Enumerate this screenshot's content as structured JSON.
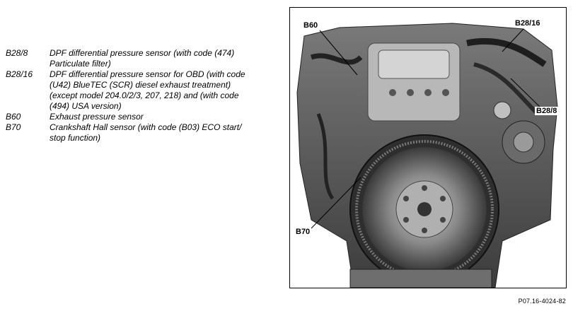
{
  "legend": [
    {
      "code": "B28/8",
      "desc": "DPF differential pressure sensor (with code (474)\nParticulate filter)"
    },
    {
      "code": "B28/16",
      "desc": "DPF differential pressure sensor for OBD (with code\n(U42) BlueTEC (SCR) diesel exhaust treatment)\n(except model 204.0/2/3, 207, 218) and (with code\n(494) USA version)"
    },
    {
      "code": "B60",
      "desc": "Exhaust pressure sensor"
    },
    {
      "code": "B70",
      "desc": "Crankshaft Hall sensor (with code (B03) ECO start/\nstop function)"
    }
  ],
  "callouts": {
    "b60": "B60",
    "b28_16": "B28/16",
    "b28_8": "B28/8",
    "b70": "B70"
  },
  "caption": "P07.16-4024-82"
}
